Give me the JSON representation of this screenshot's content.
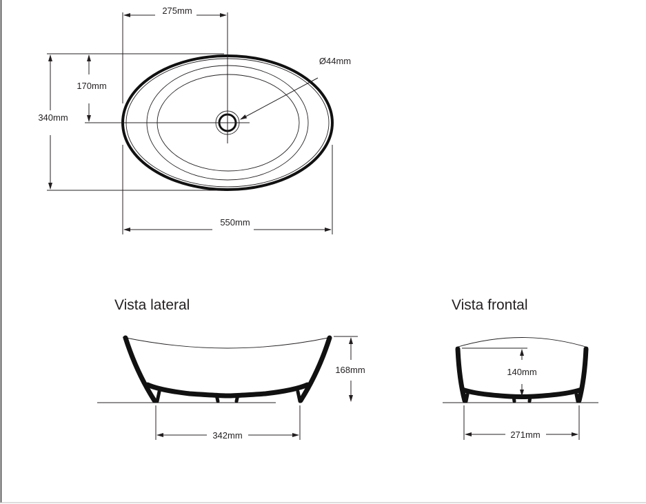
{
  "top_view": {
    "dim_half_length": "275mm",
    "dim_half_width": "170mm",
    "dim_width": "340mm",
    "dim_length": "550mm",
    "dim_drain": "Ø44mm"
  },
  "side_view": {
    "title": "Vista lateral",
    "dim_height": "168mm",
    "dim_base": "342mm"
  },
  "front_view": {
    "title": "Vista frontal",
    "dim_inner_depth": "140mm",
    "dim_base": "271mm"
  }
}
